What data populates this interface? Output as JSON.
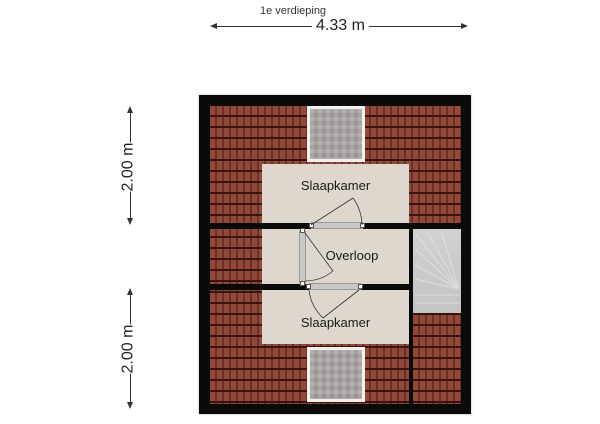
{
  "floor": {
    "name": "1e verdieping",
    "width_dimension": "4.33 m",
    "height_dimensions": [
      "2.00 m",
      "2.00 m"
    ]
  },
  "rooms": [
    {
      "label": "Slaapkamer"
    },
    {
      "label": "Overloop"
    },
    {
      "label": "Slaapkamer"
    }
  ],
  "colors": {
    "wall": "#0a0a0a",
    "roof_tiles": "#8a3f2e",
    "room_floor": "#ddd7ce",
    "skylight": "#a9a5a4",
    "stairs": "#c9cbcd"
  }
}
